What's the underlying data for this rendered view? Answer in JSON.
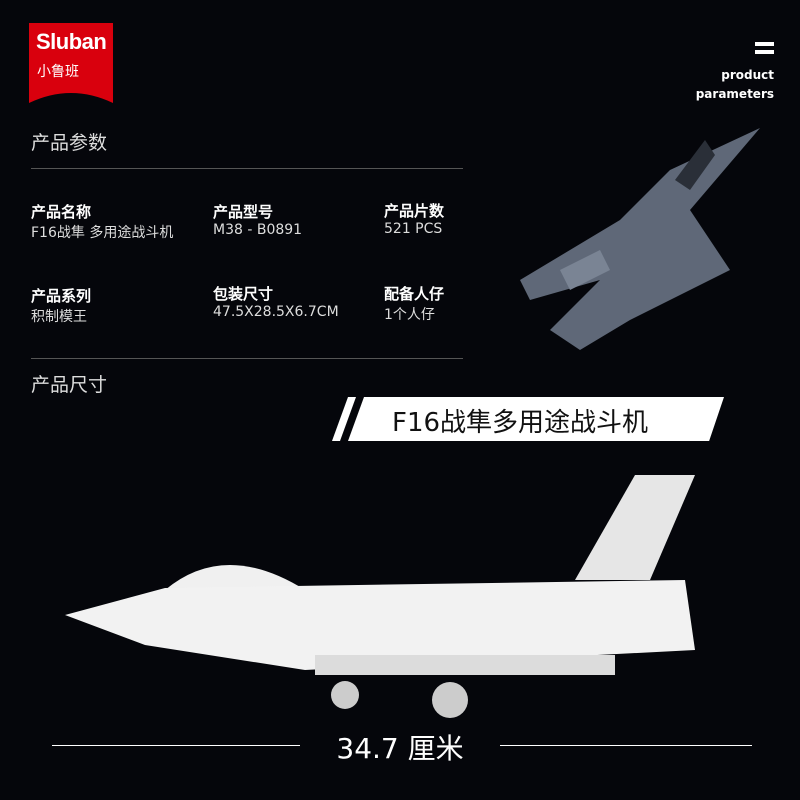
{
  "brand": {
    "name_en": "Sluban",
    "name_cn": "小鲁班"
  },
  "header": {
    "menu_icon": "equals-icon",
    "line1": "product",
    "line2": "parameters"
  },
  "section1_title": "产品参数",
  "params": [
    {
      "label": "产品名称",
      "value": "F16战隼 多用途战斗机"
    },
    {
      "label": "产品型号",
      "value": "M38 - B0891"
    },
    {
      "label": "产品片数",
      "value": "521 PCS"
    },
    {
      "label": "产品系列",
      "value": "积制模王"
    },
    {
      "label": "包装尺寸",
      "value": "47.5X28.5X6.7CM"
    },
    {
      "label": "配备人仔",
      "value": "1个人仔"
    }
  ],
  "section2_title": "产品尺寸",
  "banner": "F16战隼多用途战斗机",
  "dimension": "34.7 厘米"
}
